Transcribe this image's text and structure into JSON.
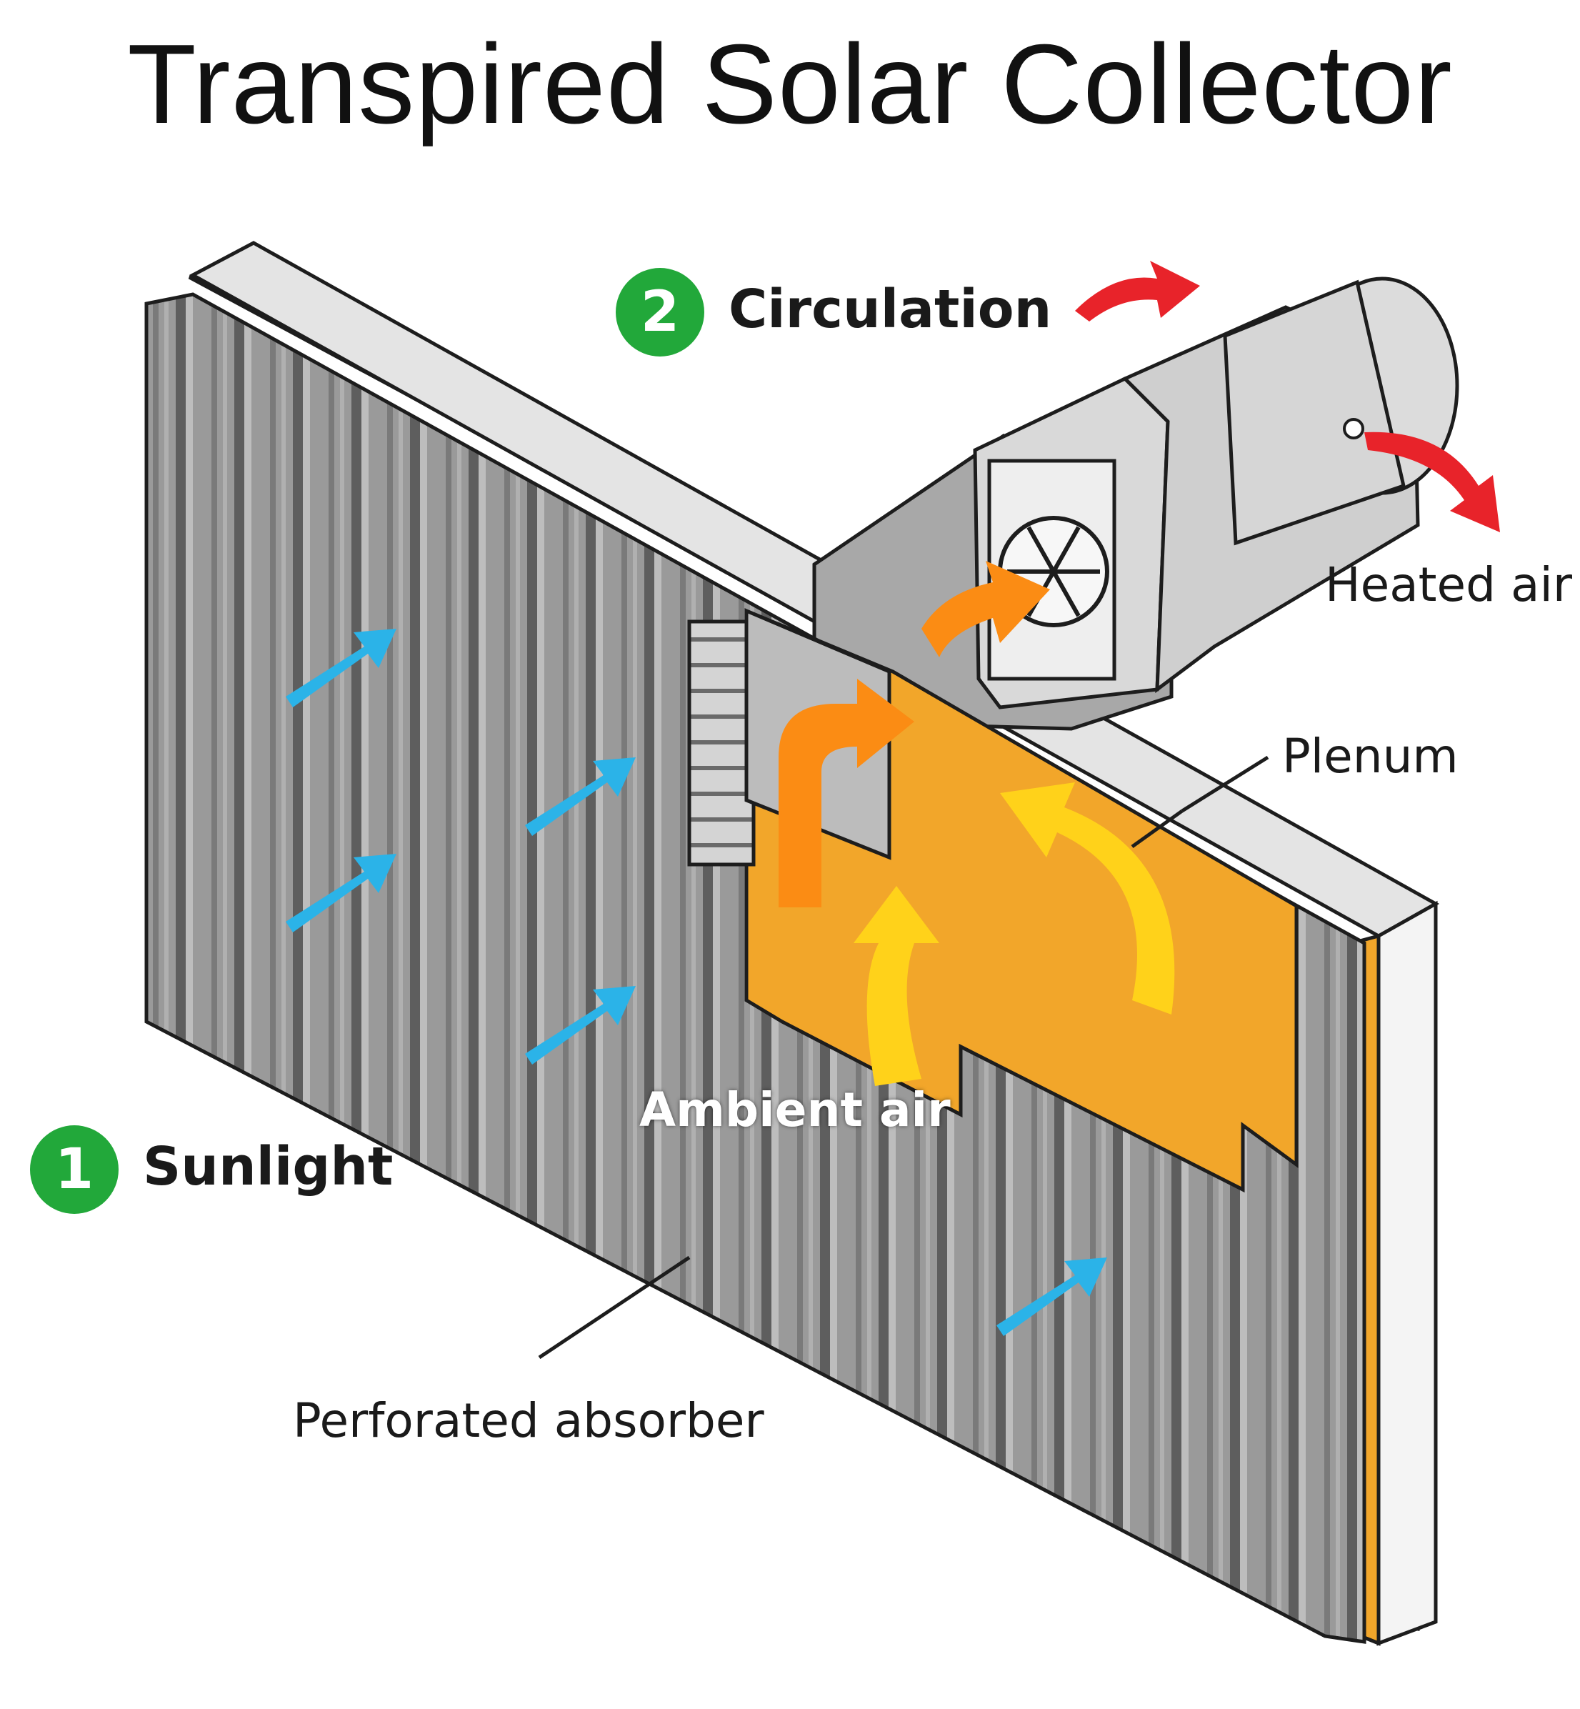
{
  "title": "Transpired Solar Collector",
  "steps": [
    {
      "number": "1",
      "label": "Sunlight"
    },
    {
      "number": "2",
      "label": "Circulation"
    }
  ],
  "callouts": {
    "heated_air": "Heated air",
    "plenum": "Plenum",
    "ambient_air": "Ambient air",
    "perforated_absorber": "Perforated absorber"
  },
  "colors": {
    "badge_green": "#22a83a",
    "plenum_orange": "#f2a62a",
    "absorber_gray": "#8f8f8f",
    "sunlight_blue": "#2bb3e8",
    "airflow_yellow": "#ffd21a",
    "airflow_orange": "#fb8c14",
    "exhaust_red": "#e8232a",
    "duct_gray": "#d6d6d6"
  }
}
